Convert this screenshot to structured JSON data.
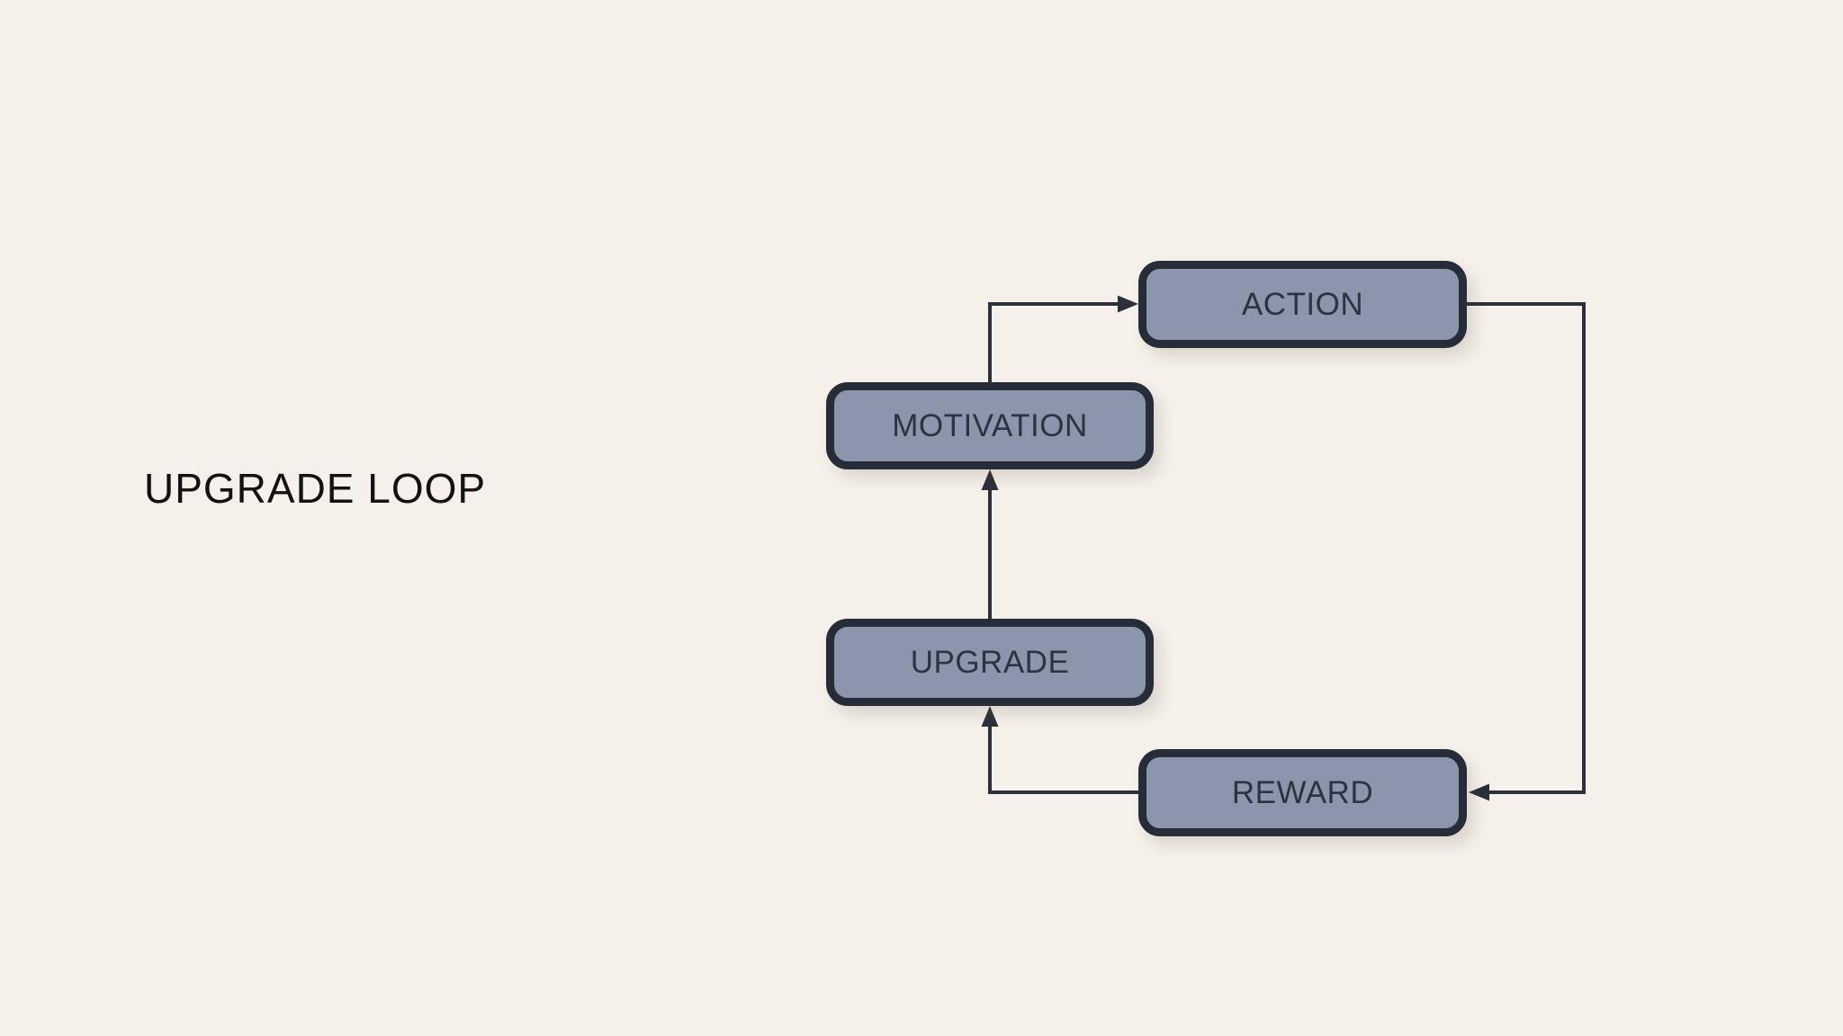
{
  "diagram": {
    "title": "UPGRADE LOOP",
    "type": "flowchart-cycle",
    "nodes": [
      {
        "id": "action",
        "label": "ACTION"
      },
      {
        "id": "motivation",
        "label": "MOTIVATION"
      },
      {
        "id": "upgrade",
        "label": "UPGRADE"
      },
      {
        "id": "reward",
        "label": "REWARD"
      }
    ],
    "edges": [
      {
        "from": "MOTIVATION",
        "to": "ACTION"
      },
      {
        "from": "ACTION",
        "to": "REWARD"
      },
      {
        "from": "REWARD",
        "to": "UPGRADE"
      },
      {
        "from": "UPGRADE",
        "to": "MOTIVATION"
      }
    ],
    "colors": {
      "background": "#f5f0ea",
      "node_fill": "#8b95ab",
      "node_border": "#272c39",
      "node_text": "#2c3443",
      "connector": "#2b303b",
      "title_text": "#14120f"
    }
  }
}
